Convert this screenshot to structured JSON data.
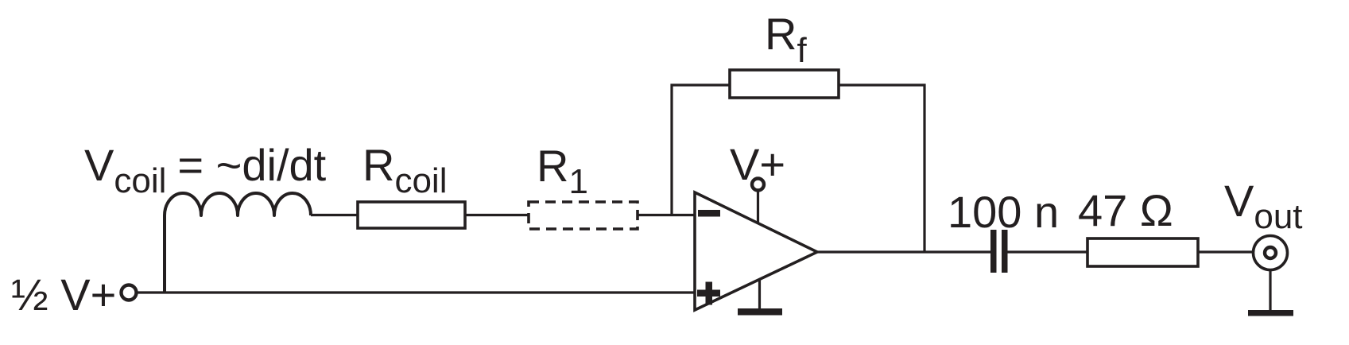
{
  "diagram": {
    "type": "circuit-schematic",
    "background_color": "#ffffff",
    "ink_color": "#231f20",
    "labels": {
      "coil_voltage": {
        "main": "V",
        "sub": "coil",
        "rest": "= ~di/dt"
      },
      "coil_resistance": {
        "main": "R",
        "sub": "coil"
      },
      "input_resistor": {
        "main": "R",
        "sub": "1"
      },
      "feedback_resistor": {
        "main": "R",
        "sub": "f"
      },
      "supply": "V+",
      "bias_input": "½ V+",
      "capacitor_value": "100 n",
      "output_resistor_value": "47 Ω",
      "output_voltage": {
        "main": "V",
        "sub": "out"
      },
      "opamp_inverting_symbol": "−",
      "opamp_noninverting_symbol": "+"
    }
  }
}
